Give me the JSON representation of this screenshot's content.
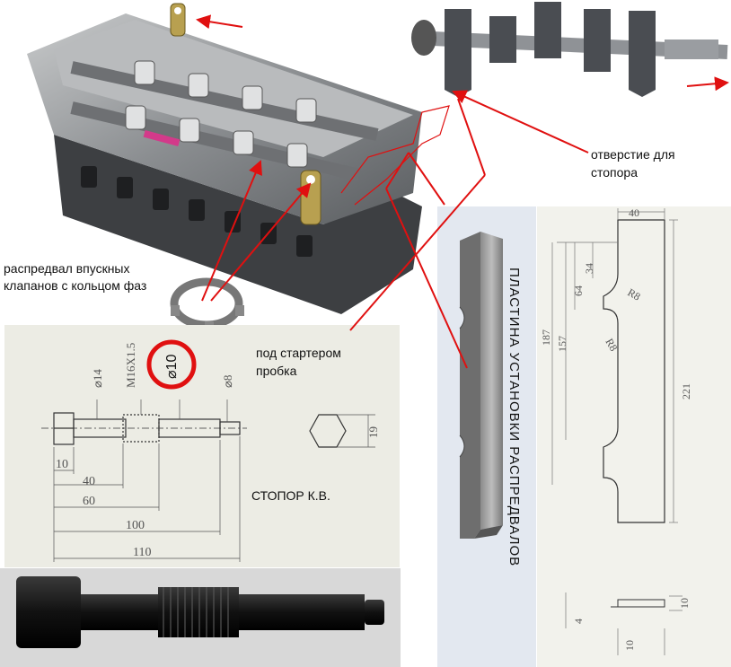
{
  "labels": {
    "camshaft_intake": "распредвал впускных клапанов с кольцом фаз",
    "hole_for_stopper": "отверстие для стопора",
    "under_starter": "под стартером пробка",
    "crank_stopper": "СТОПОР К.В.",
    "plate_title": "ПЛАСТИНА УСТАНОВКИ РАСПРЕДВАЛОВ"
  },
  "stopper_dims": {
    "d14": "⌀14",
    "thread": "M16X1.5",
    "d10": "⌀10",
    "d8": "⌀8",
    "hex": "19",
    "l10": "10",
    "l40": "40",
    "l60": "60",
    "l100": "100",
    "l110": "110"
  },
  "plate_dims": {
    "w40": "40",
    "h34": "34",
    "h64": "64",
    "r8a": "R8",
    "h157": "157",
    "h187": "187",
    "r8b": "R8",
    "h221": "221",
    "t10a": "10",
    "t4": "4",
    "t10b": "10"
  },
  "colors": {
    "accent_red": "#e01010",
    "paper": "#ecece4",
    "metal": "#8a8d90"
  }
}
